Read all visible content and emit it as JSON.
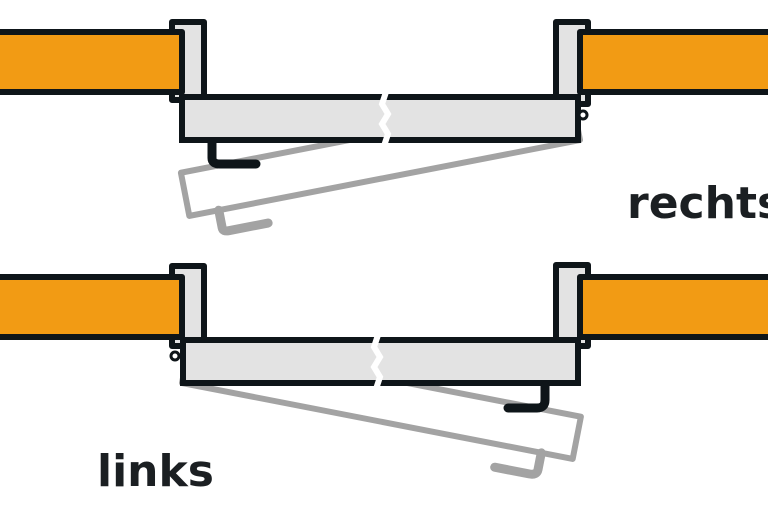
{
  "labels": {
    "top": "rechts",
    "bottom": "links"
  },
  "colors": {
    "wall": "#f29b14",
    "outline": "#0e1519",
    "frame_fill": "#e3e3e3",
    "ghost": "#a3a3a3"
  },
  "swing_angle_deg": 11
}
